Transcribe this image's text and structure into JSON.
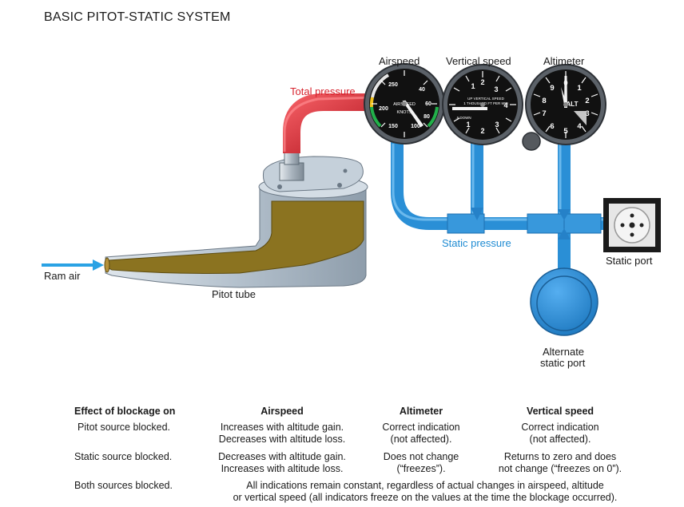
{
  "title": "BASIC PITOT-STATIC SYSTEM",
  "labels": {
    "airspeed": "Airspeed",
    "vertical_speed": "Vertical speed",
    "altimeter": "Altimeter",
    "total_pressure": "Total pressure",
    "static_pressure": "Static pressure",
    "static_port": "Static port",
    "alternate_static_port_line1": "Alternate",
    "alternate_static_port_line2": "static port",
    "ram_air": "Ram air",
    "pitot_tube": "Pitot tube"
  },
  "gauges": {
    "airspeed": {
      "ticks": [
        "250",
        "40",
        "200",
        "60",
        "80",
        "100",
        "150"
      ],
      "face_line1": "AIRSPEED",
      "face_line2": "KNOTS"
    },
    "vertical_speed": {
      "ticks": [
        "1",
        "2",
        "3",
        "4",
        "3",
        "2",
        "1"
      ],
      "face_line1": "UP VERTICAL SPEED",
      "face_line2": "1 THOUSAND FT PER MIN",
      "face_line3": ".5 DOWN"
    },
    "altimeter": {
      "ticks": [
        "0",
        "1",
        "2",
        "3",
        "4",
        "5",
        "6",
        "7",
        "8",
        "9"
      ],
      "face_line1": "ALT"
    }
  },
  "colors": {
    "total_pressure_line": "#d7232e",
    "static_pressure_line": "#2a8fd6",
    "pitot_air_fill": "#8b7320",
    "pitot_body": "#b9c6d2"
  },
  "table": {
    "headers": [
      "Effect of blockage on",
      "Airspeed",
      "Altimeter",
      "Vertical speed"
    ],
    "rows": [
      {
        "label": "Pitot source blocked.",
        "airspeed": [
          "Increases with altitude gain.",
          "Decreases with altitude loss."
        ],
        "altimeter": [
          "Correct indication",
          "(not affected)."
        ],
        "vertical_speed": [
          "Correct indication",
          "(not affected)."
        ]
      },
      {
        "label": "Static source blocked.",
        "airspeed": [
          "Decreases with altitude gain.",
          "Increases with altitude loss."
        ],
        "altimeter": [
          "Does not change",
          "(“freezes”)."
        ],
        "vertical_speed": [
          "Returns to zero and does",
          "not change (“freezes on 0”)."
        ]
      },
      {
        "label": "Both sources blocked.",
        "all": [
          "All indications remain constant, regardless of actual changes in airspeed, altitude",
          "or vertical speed (all indicators freeze on the values at the time the blockage occurred)."
        ]
      }
    ]
  }
}
